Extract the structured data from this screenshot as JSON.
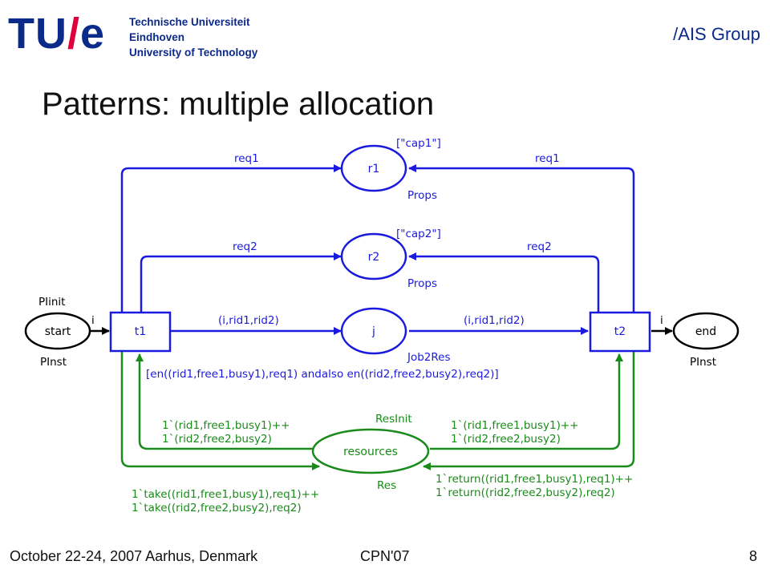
{
  "header": {
    "logo": {
      "tu": "TU",
      "slash": "/",
      "e": "e"
    },
    "university_lines": [
      "Technische Universiteit",
      "Eindhoven",
      "University of Technology"
    ],
    "group": "/AIS Group"
  },
  "slide": {
    "title": "Patterns: multiple allocation"
  },
  "diagram": {
    "places": {
      "r1": {
        "name": "r1",
        "init": "[\"cap1\"]",
        "type": "Props"
      },
      "r2": {
        "name": "r2",
        "init": "[\"cap2\"]",
        "type": "Props"
      },
      "start": {
        "name": "start",
        "init": "PIinit",
        "type": "PInst"
      },
      "end": {
        "name": "end",
        "type": "PInst"
      },
      "j": {
        "name": "j",
        "type": "Job2Res"
      },
      "resources": {
        "name": "resources",
        "init": "ResInit",
        "type": "Res"
      }
    },
    "transitions": {
      "t1": {
        "name": "t1",
        "guard": "[en((rid1,free1,busy1),req1) andalso en((rid2,free2,busy2),req2)]"
      },
      "t2": {
        "name": "t2"
      }
    },
    "arcs": {
      "req1_left": "req1",
      "req1_right": "req1",
      "req2_left": "req2",
      "req2_right": "req2",
      "start_t1": "i",
      "t2_end": "i",
      "t1_j": "(i,rid1,rid2)",
      "j_t2": "(i,rid1,rid2)",
      "res_to_t1": [
        "1`(rid1,free1,busy1)++",
        "1`(rid2,free2,busy2)"
      ],
      "res_to_t2": [
        "1`(rid1,free1,busy1)++",
        "1`(rid2,free2,busy2)"
      ],
      "t1_to_res": [
        "1`take((rid1,free1,busy1),req1)++",
        "1`take((rid2,free2,busy2),req2)"
      ],
      "t2_to_res": [
        "1`return((rid1,free1,busy1),req1)++",
        "1`return((rid2,free2,busy2),req2)"
      ]
    },
    "colors": {
      "blue": "#1a1adf",
      "green": "#1a8a1a",
      "black": "#000000"
    }
  },
  "footer": {
    "date_place": "October 22-24, 2007 Aarhus, Denmark",
    "conference": "CPN'07",
    "page": "8"
  }
}
